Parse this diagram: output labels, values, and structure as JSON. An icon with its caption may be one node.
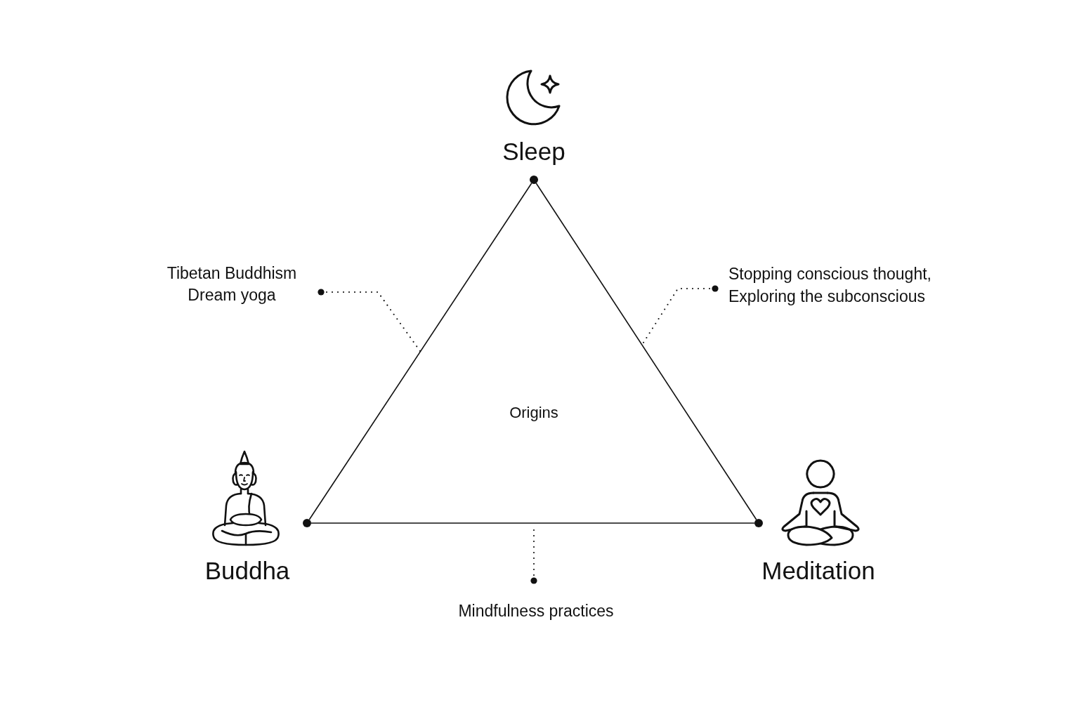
{
  "diagram": {
    "nodes": [
      {
        "text": [
          "Sleep"
        ]
      },
      {
        "text": [
          "Tibetan Buddhism",
          "Dream yoga"
        ]
      },
      {
        "text": [
          "Stopping conscious thought, Exploring the subconscious"
        ]
      },
      {
        "text": [
          "Buddha"
        ]
      },
      {
        "text": [
          "Meditation"
        ]
      },
      {
        "text": [
          "Mindfulness practices"
        ]
      }
    ],
    "edges": [
      {
        "from": 0,
        "to": 3,
        "arrow": "none"
      },
      {
        "from": 3,
        "to": 4,
        "arrow": "none"
      },
      {
        "from": 4,
        "to": 0,
        "arrow": "none"
      },
      {
        "from": 1,
        "to": null,
        "arrow": "other",
        "style": "dashed"
      },
      {
        "from": 2,
        "to": null,
        "arrow": "other",
        "style": "dashed"
      },
      {
        "from": 5,
        "to": null,
        "arrow": "other",
        "style": "dashed"
      }
    ],
    "labels": [
      "Origins"
    ]
  }
}
